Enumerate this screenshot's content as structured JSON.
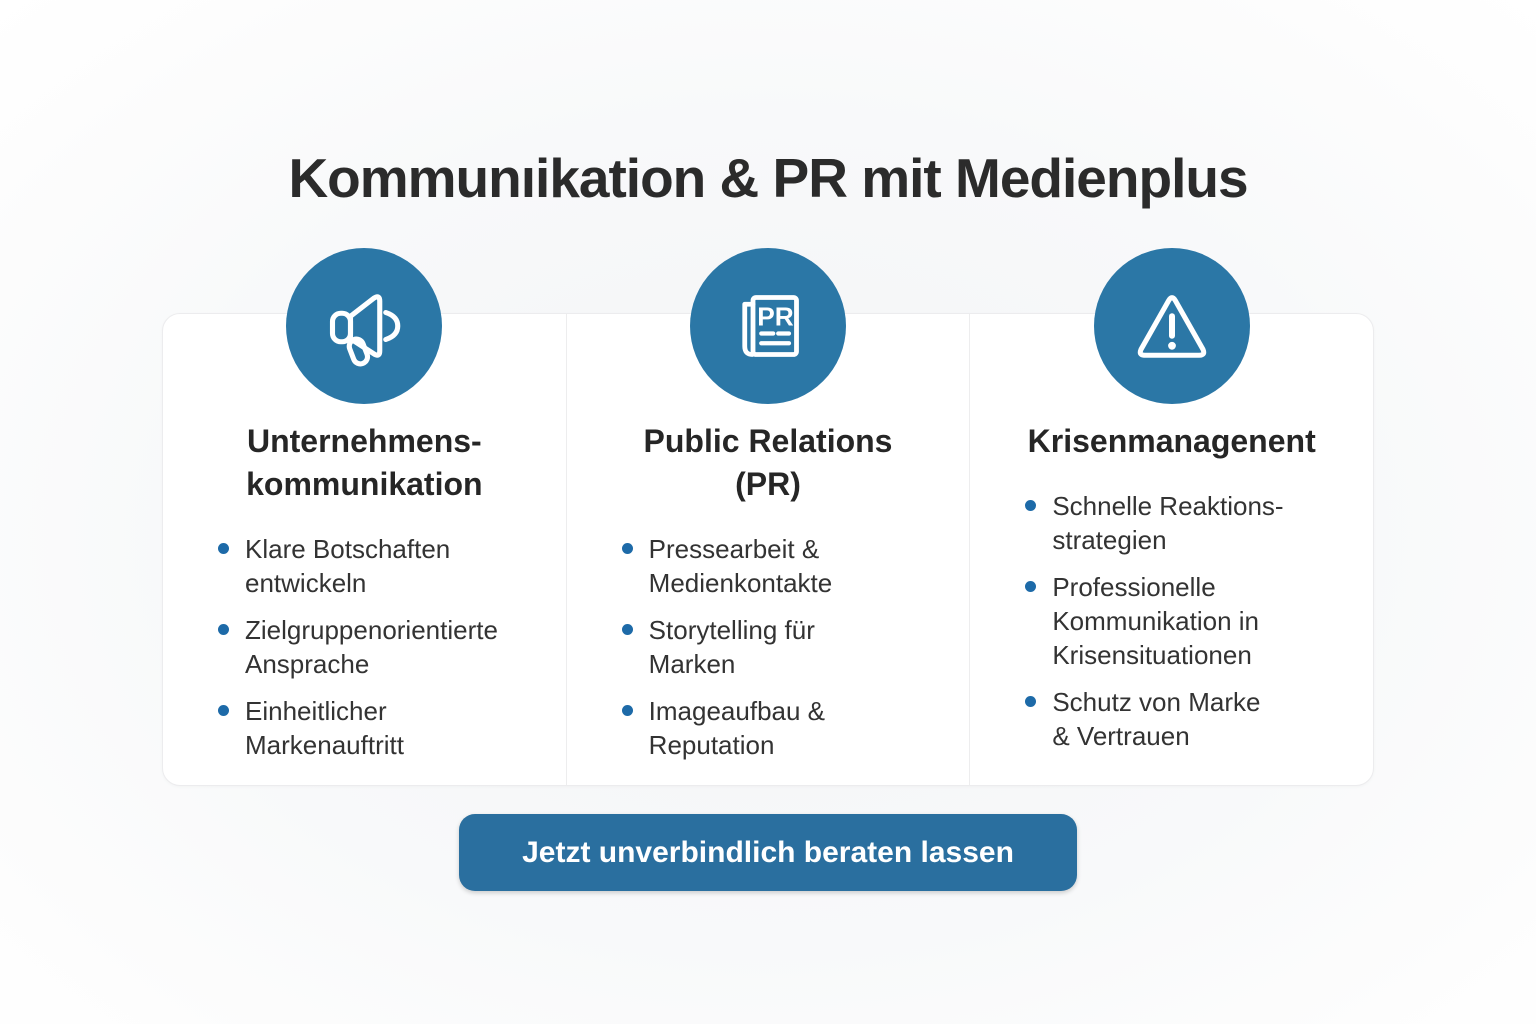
{
  "title": "Kommunıikation & PR mit Medienplus",
  "colors": {
    "icon_circle": "#2b77a6",
    "bullet_dot": "#1d6aa8",
    "button_bg": "#2a6f9f",
    "button_text": "#ffffff",
    "heading_text": "#262626",
    "body_text": "#333333",
    "title_text": "#2b2b2b"
  },
  "cards": [
    {
      "icon": "megaphone-icon",
      "heading": "Unternehmens-\nkommunikation",
      "bullets": [
        "Klare Botschaften\nentwickeln",
        "Zielgruppenorientierte\nAnsprache",
        "Einheitlicher\nMarkenauftritt"
      ]
    },
    {
      "icon": "newspaper-pr-icon",
      "icon_text": "PR",
      "heading": "Public Relations\n(PR)",
      "bullets": [
        "Pressearbeit &\nMedienkontakte",
        "Storytelling für\nMarken",
        "Imageaufbau &\nReputation"
      ]
    },
    {
      "icon": "warning-triangle-icon",
      "heading": "Krisenmanagenent",
      "bullets": [
        "Schnelle Reaktions-\nstrategien",
        "Professionelle\nKommunikation in\nKrisensituationen",
        "Schutz von Marke\n& Vertrauen"
      ]
    }
  ],
  "cta": {
    "label": "Jetzt unverbindlich beraten lassen"
  }
}
